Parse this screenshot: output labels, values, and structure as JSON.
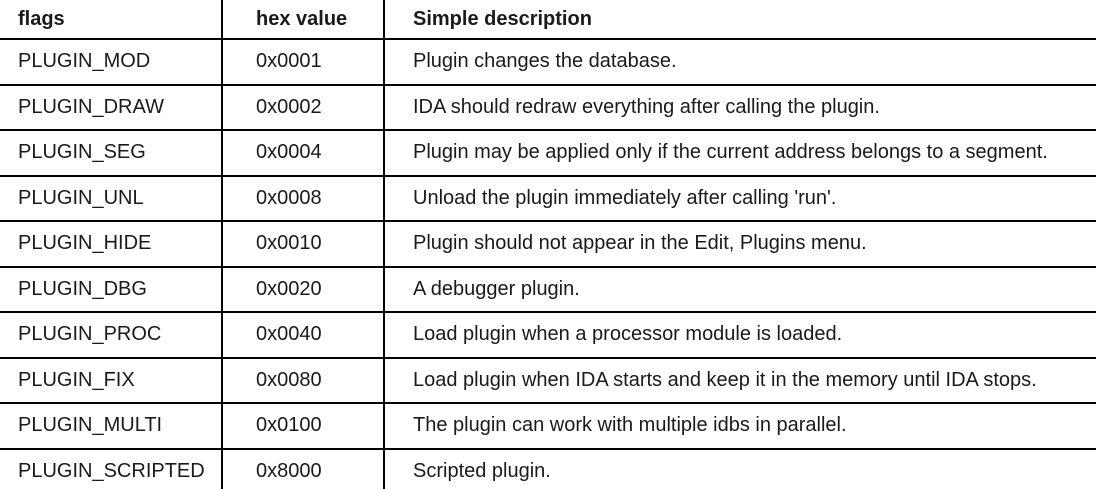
{
  "table": {
    "headers": [
      "flags",
      "hex value",
      "Simple description"
    ],
    "rows": [
      {
        "flag": "PLUGIN_MOD",
        "hex": "0x0001",
        "description": "Plugin changes the database."
      },
      {
        "flag": "PLUGIN_DRAW",
        "hex": "0x0002",
        "description": "IDA should redraw everything after calling the plugin."
      },
      {
        "flag": "PLUGIN_SEG",
        "hex": "0x0004",
        "description": "Plugin may be applied only if the current address belongs to a segment."
      },
      {
        "flag": "PLUGIN_UNL",
        "hex": "0x0008",
        "description": "Unload the plugin immediately after calling 'run'."
      },
      {
        "flag": "PLUGIN_HIDE",
        "hex": "0x0010",
        "description": "Plugin should not appear in the Edit, Plugins menu."
      },
      {
        "flag": "PLUGIN_DBG",
        "hex": "0x0020",
        "description": "A debugger plugin."
      },
      {
        "flag": "PLUGIN_PROC",
        "hex": "0x0040",
        "description": "Load plugin when a processor module is loaded."
      },
      {
        "flag": "PLUGIN_FIX",
        "hex": "0x0080",
        "description": "Load plugin when IDA starts and keep it in the memory until IDA stops."
      },
      {
        "flag": "PLUGIN_MULTI",
        "hex": "0x0100",
        "description": "The plugin can work with multiple idbs in parallel."
      },
      {
        "flag": "PLUGIN_SCRIPTED",
        "hex": "0x8000",
        "description": "Scripted plugin."
      }
    ],
    "colors": {
      "border": "#000000",
      "text": "#1a1a1a",
      "background": "#ffffff"
    }
  }
}
